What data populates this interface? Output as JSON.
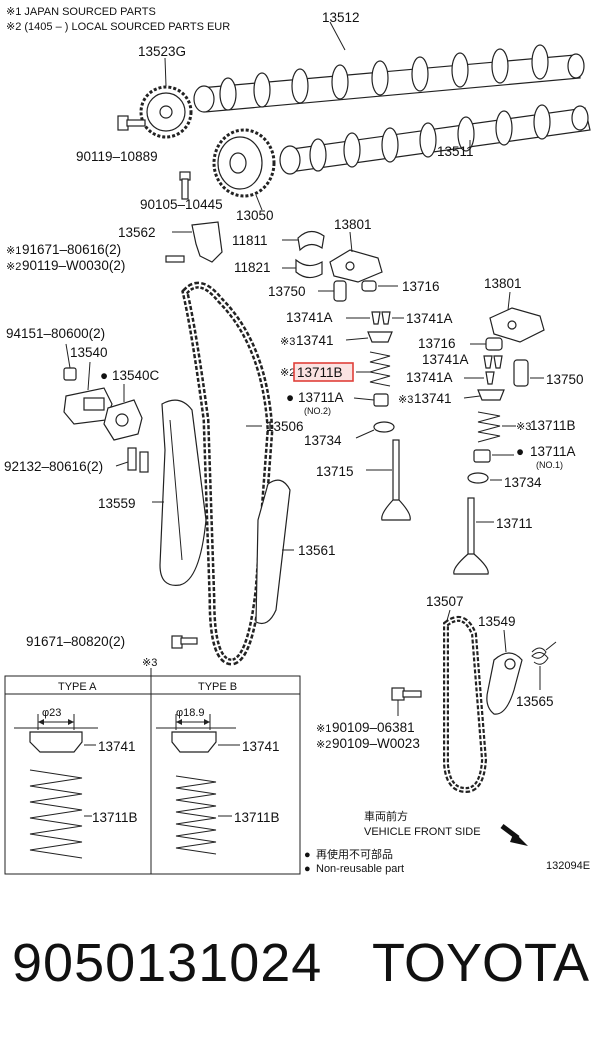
{
  "header": {
    "note1": "※1 JAPAN SOURCED PARTS",
    "note2": "※2 (1405 –        ) LOCAL SOURCED PARTS EUR"
  },
  "callouts": {
    "c13512": "13512",
    "c13523G": "13523G",
    "c90119_10889": "90119–10889",
    "c13511": "13511",
    "c90105_10445": "90105–10445",
    "c13050": "13050",
    "c13562": "13562",
    "c13801a": "13801",
    "c11811": "11811",
    "c91671_80616": "91671–80616(2)",
    "c90119_W0030": "90119–W0030(2)",
    "m1a": "※1",
    "m2a": "※2",
    "c11821": "11821",
    "c13750a": "13750",
    "c13716a": "13716",
    "c13801b": "13801",
    "c13741A_a": "13741A",
    "c13741A_b": "13741A",
    "c94151_80600": "94151–80600(2)",
    "c13540": "13540",
    "m3a": "※3",
    "c13741_a": "13741",
    "c13716b": "13716",
    "c13741A_c": "13741A",
    "c13540C": "13540C",
    "m2b": "※2",
    "c13711B_hl": "13711B",
    "c13741A_d": "13741A",
    "c13750b": "13750",
    "c13711A_a": "13711A",
    "no2": "(NO.2)",
    "m3b": "※3",
    "c13741_b": "13741",
    "c13506": "13506",
    "m3c": "※3",
    "c13711B_b": "13711B",
    "c13734a": "13734",
    "c13711A_b": "13711A",
    "no1": "(NO.1)",
    "c92132_80616": "92132–80616(2)",
    "c13715": "13715",
    "c13734b": "13734",
    "c13559": "13559",
    "c13711": "13711",
    "c13561": "13561",
    "c13507": "13507",
    "c13549": "13549",
    "c91671_80820": "91671–80820(2)",
    "m3d": "※3",
    "c13565": "13565",
    "m1b": "※1",
    "c90109_06381": "90109–06381",
    "m2c": "※2",
    "c90109_W0023": "90109–W0023"
  },
  "inset": {
    "type_a": "TYPE A",
    "type_b": "TYPE B",
    "dia_a": "φ23",
    "dia_b": "φ18.9",
    "a_13741": "13741",
    "a_13711B": "13711B",
    "b_13741": "13741",
    "b_13711B": "13711B"
  },
  "legend": {
    "front_jp": "車両前方",
    "front_en": "VEHICLE FRONT SIDE",
    "nonreuse_jp": "再使用不可部品",
    "nonreuse_en": "Non-reusable part",
    "bullet": "●",
    "code": "132094E"
  },
  "footer": {
    "part_number": "9050131024",
    "brand": "TOYOTA"
  },
  "colors": {
    "highlight": "#e0403a",
    "highlight_fill": "#fbe3e2",
    "line": "#222222"
  }
}
